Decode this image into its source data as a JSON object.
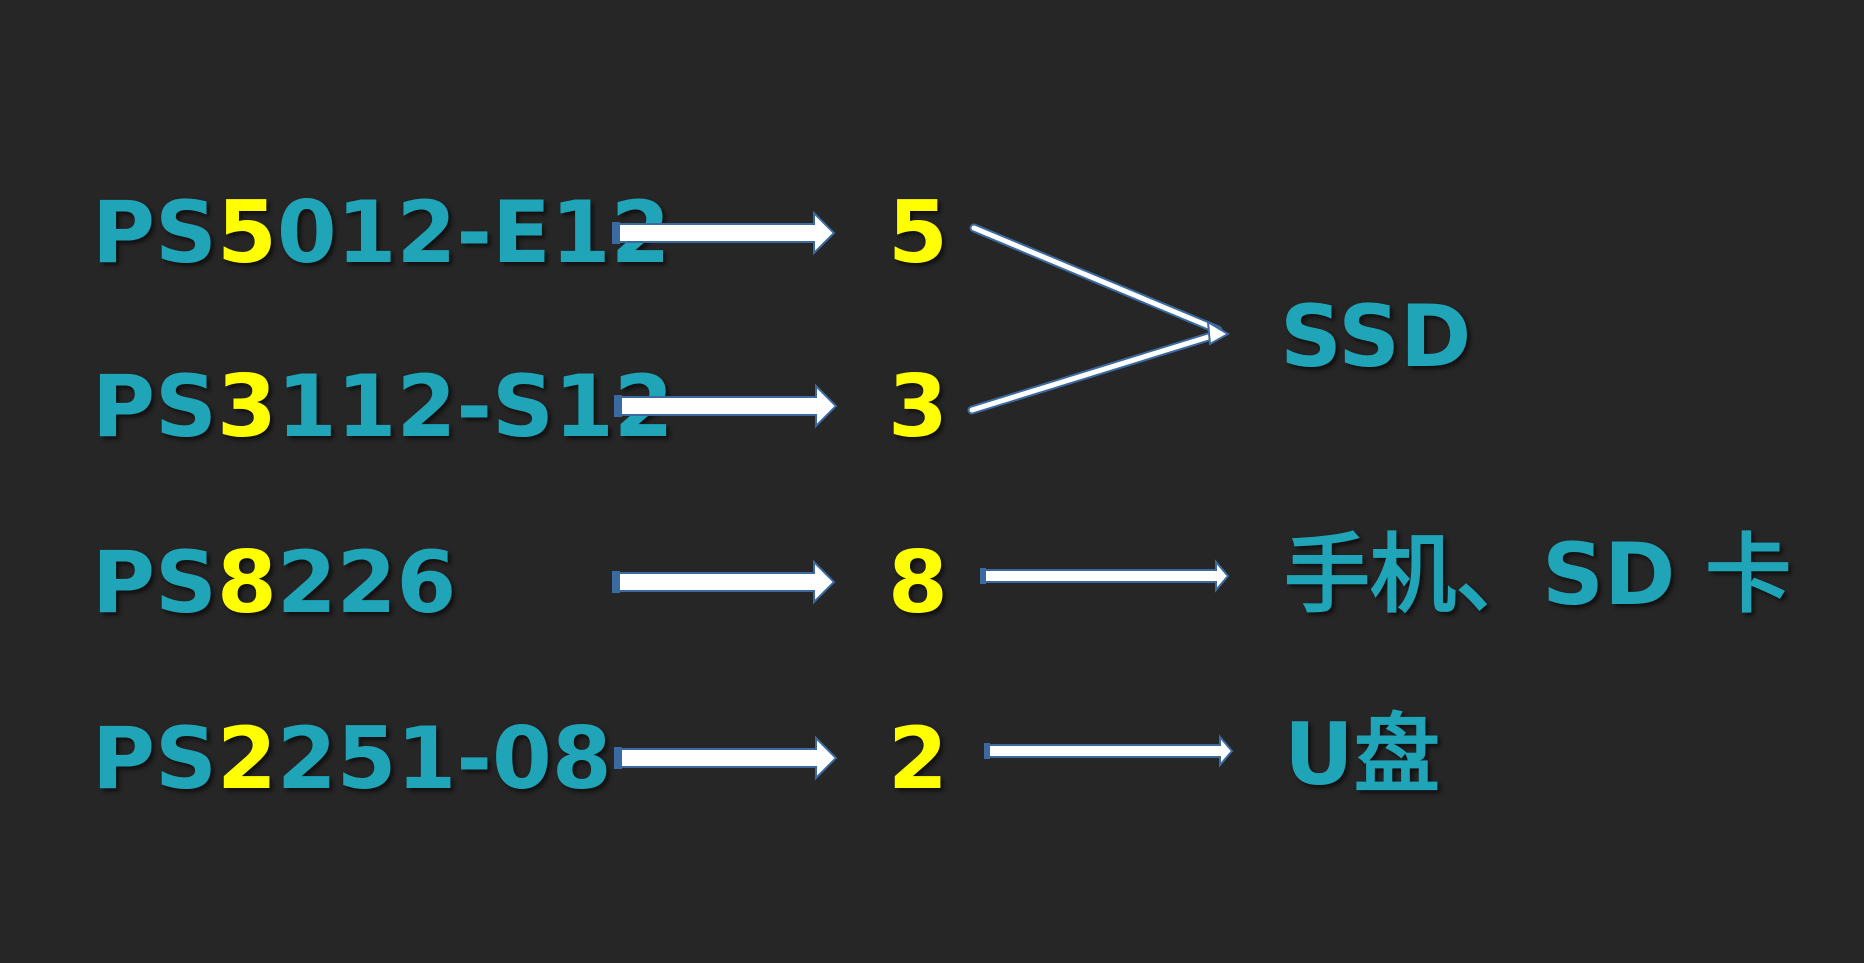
{
  "colors": {
    "background": "#262626",
    "accent_teal": "#1fa4b8",
    "highlight_yellow": "#ffff00",
    "arrow_fill": "#ffffff",
    "arrow_outline": "#3b6aa0"
  },
  "rows": [
    {
      "prefix": "PS",
      "digit": "5",
      "suffix": "012-E12",
      "number": "5"
    },
    {
      "prefix": "PS",
      "digit": "3",
      "suffix": "112-S12",
      "number": "3"
    },
    {
      "prefix": "PS",
      "digit": "8",
      "suffix": "226",
      "number": "8"
    },
    {
      "prefix": "PS",
      "digit": "2",
      "suffix": "251-08",
      "number": "2"
    }
  ],
  "destinations": {
    "ssd": "SSD",
    "phone_sd": "手机、SD 卡",
    "usb": "U盘"
  }
}
